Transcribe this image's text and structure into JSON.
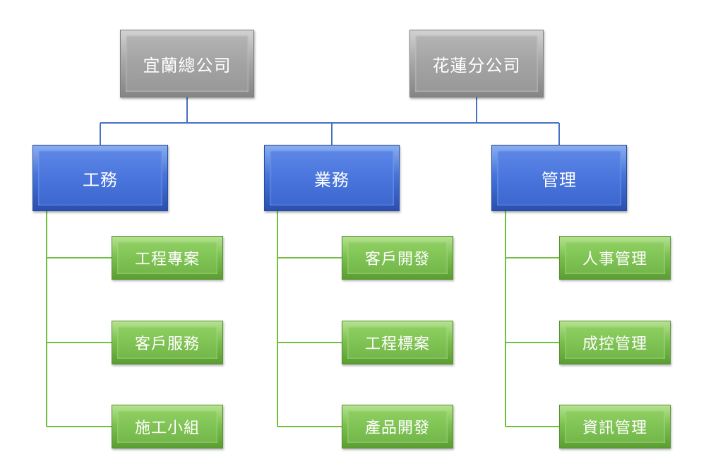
{
  "top_units": [
    {
      "label": "宜蘭總公司"
    },
    {
      "label": "花蓮分公司"
    }
  ],
  "departments": [
    {
      "label": "工務",
      "subunits": [
        "工程專案",
        "客戶服務",
        "施工小組"
      ]
    },
    {
      "label": "業務",
      "subunits": [
        "客戶開發",
        "工程標案",
        "產品開發"
      ]
    },
    {
      "label": "管理",
      "subunits": [
        "人事管理",
        "成控管理",
        "資訊管理"
      ]
    }
  ],
  "colors": {
    "top_box": "#a9a9a9",
    "department_box": "#4a75dc",
    "subunit_box": "#7cc24f",
    "connector_top": "#4472c4",
    "connector_sub": "#70c040"
  }
}
